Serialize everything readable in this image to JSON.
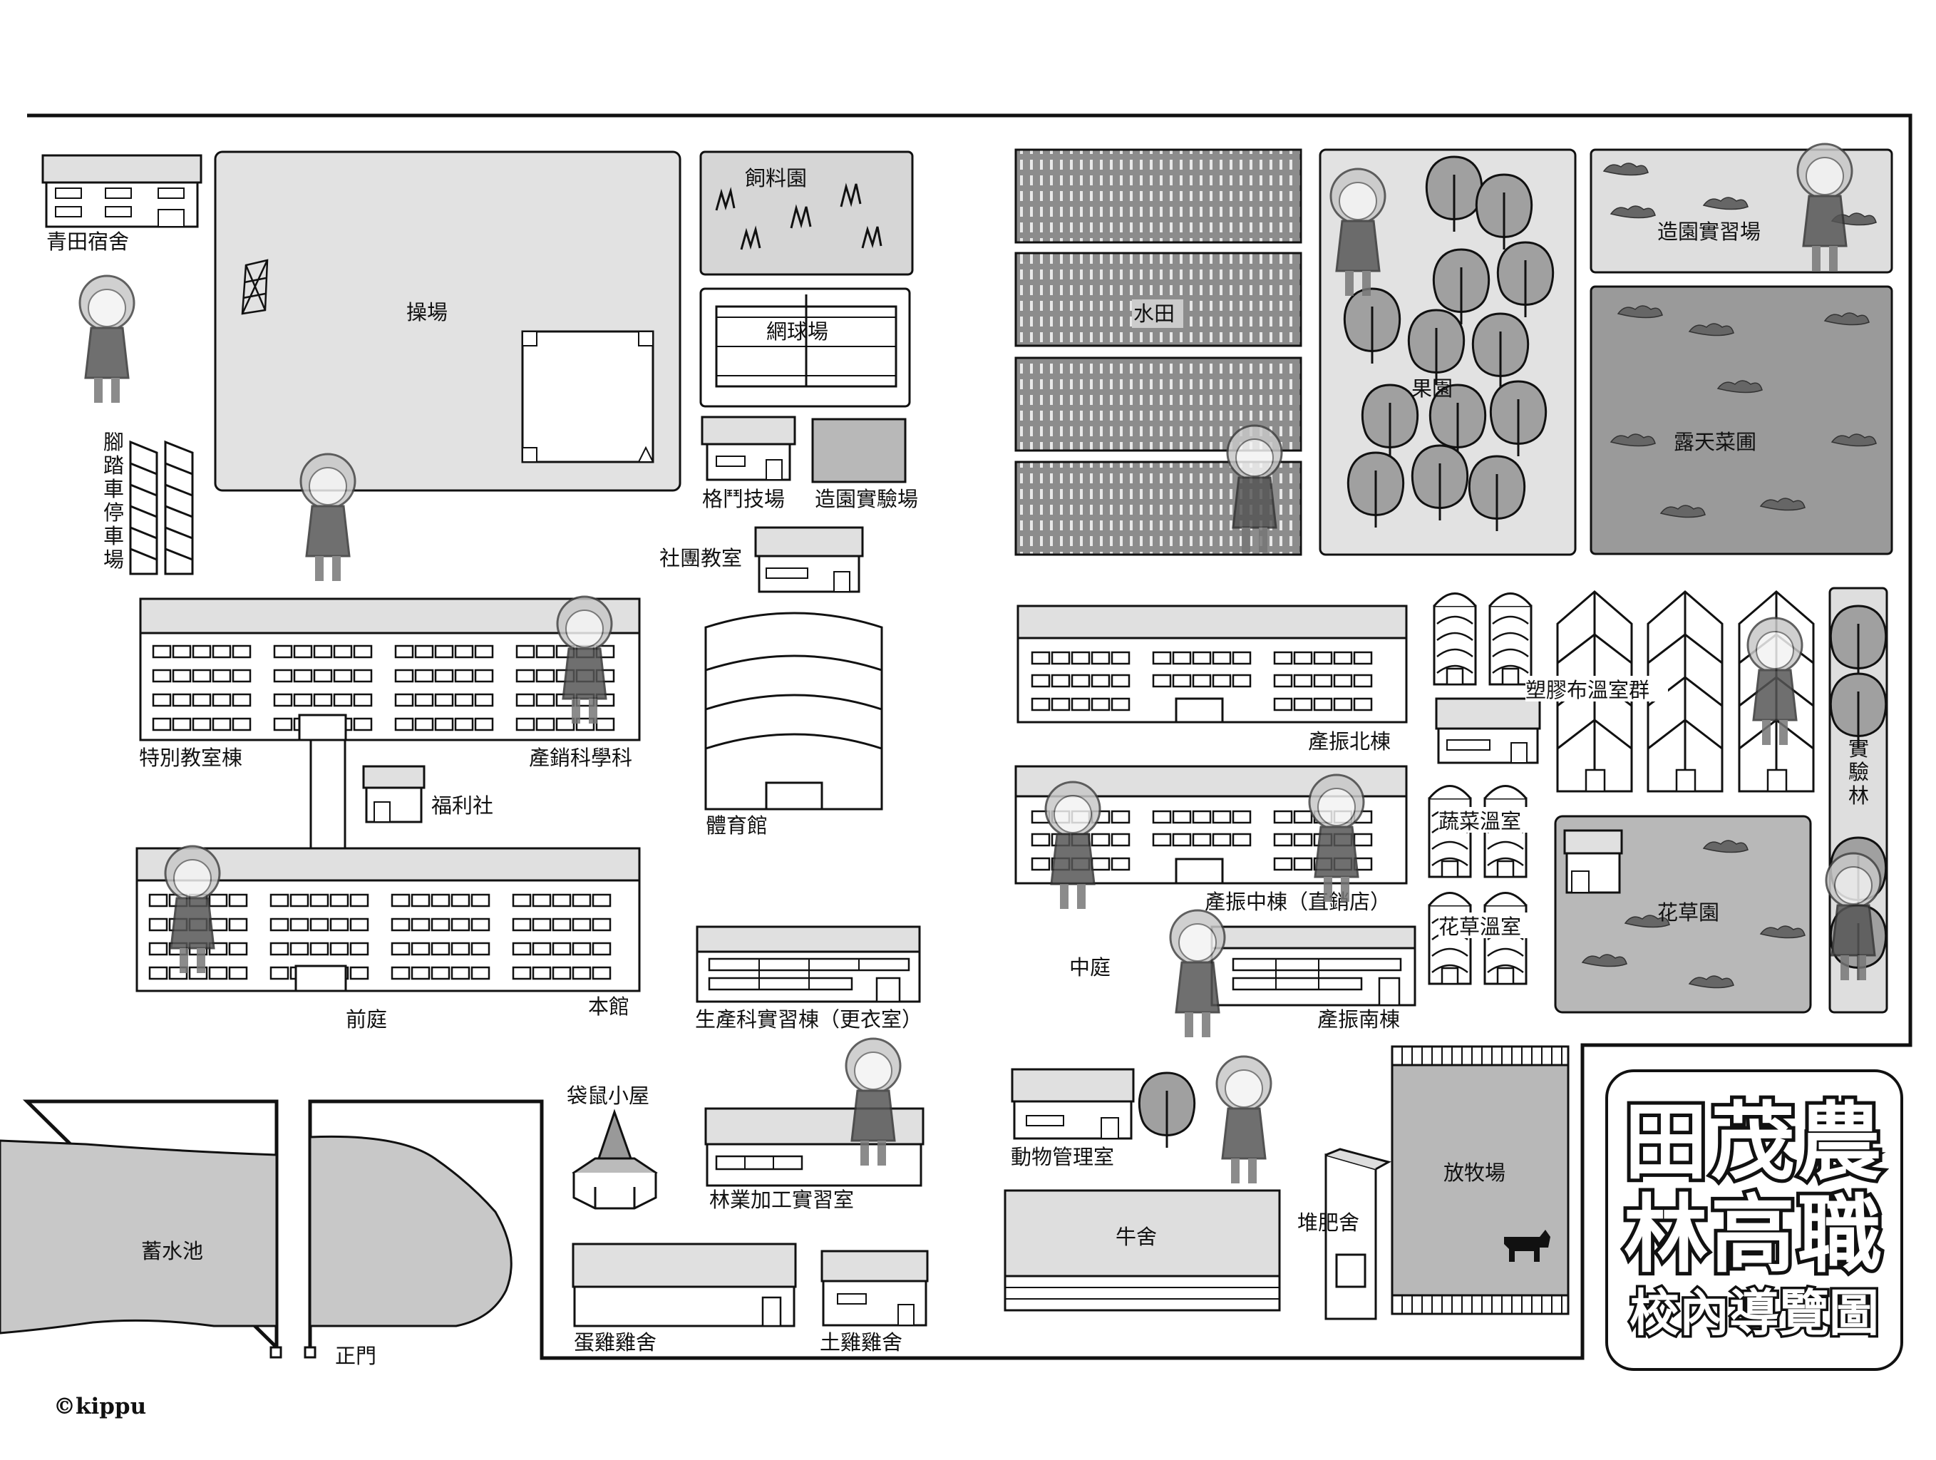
{
  "title": {
    "line1": "田茂農",
    "line2": "林高職",
    "line3": "校內導覽圖"
  },
  "credit": "©kippu",
  "labels": {
    "qingtian_dorm": "青田宿舍",
    "playground": "操場",
    "bike_parking": "腳踏車停車場",
    "feed_garden": "飼料園",
    "tennis_court": "網球場",
    "martial_arts": "格鬥技場",
    "landscape_lab": "造園實驗場",
    "club_room": "社團教室",
    "paddy": "水田",
    "orchard": "果園",
    "landscape_practice": "造園實習場",
    "open_veg_field": "露天菜圃",
    "special_classroom": "特別教室棟",
    "marketing_dept": "產銷科學科",
    "welfare_shop": "福利社",
    "gym": "體育館",
    "chanzhen_north": "產振北棟",
    "plastic_greenhouses": "塑膠布溫室群",
    "veg_greenhouse": "蔬菜溫室",
    "flower_greenhouse": "花草溫室",
    "test_forest": "實驗林",
    "chanzhen_middle": "產振中棟（直銷店）",
    "flower_garden": "花草園",
    "front_yard": "前庭",
    "main_building": "本館",
    "production_building": "生產科實習棟（更衣室）",
    "courtyard": "中庭",
    "chanzhen_south": "產振南棟",
    "gopher_house": "袋鼠小屋",
    "forestry_room": "林業加工實習室",
    "animal_office": "動物管理室",
    "pasture": "放牧場",
    "reservoir": "蓄水池",
    "cowshed": "牛舍",
    "compost": "堆肥舍",
    "egg_coop": "蛋雞雞舍",
    "native_coop": "土雞雞舍",
    "main_gate": "正門"
  },
  "colors": {
    "line": "#111111",
    "fill_light": "#dedede",
    "fill_mid": "#b8b8b8",
    "fill_dark": "#8c8c8c",
    "water": "#c8c8c8"
  }
}
